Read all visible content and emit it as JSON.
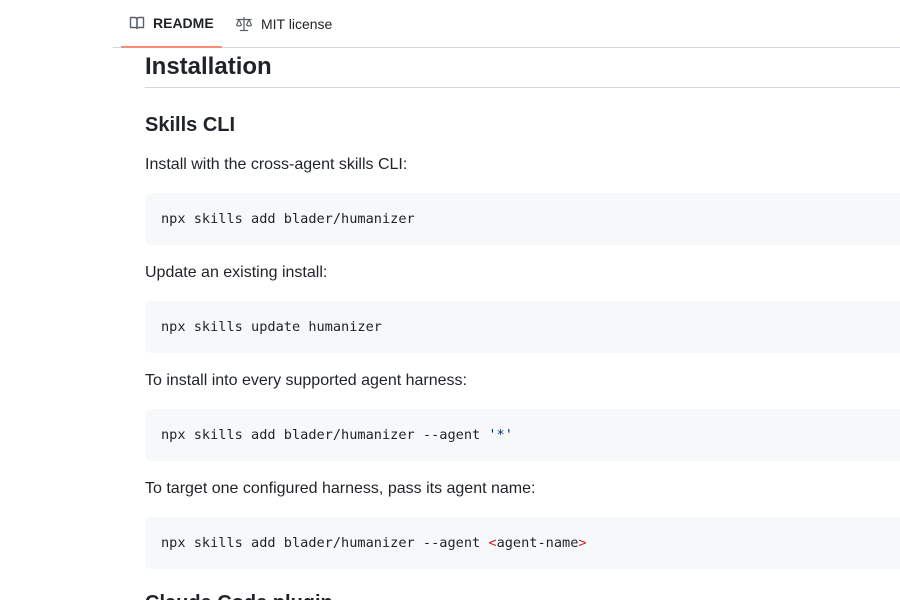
{
  "tabs": {
    "readme_label": "README",
    "license_label": "MIT license"
  },
  "readme": {
    "heading": "Installation",
    "subheading": "Skills CLI",
    "steps": [
      {
        "text": "Install with the cross-agent skills CLI:",
        "code": "npx skills add blader/humanizer"
      },
      {
        "text": "Update an existing install:",
        "code": "npx skills update humanizer"
      },
      {
        "text": "To install into every supported agent harness:",
        "code_prefix": "npx skills add blader/humanizer --agent ",
        "code_string": "'*'"
      },
      {
        "text": "To target one configured harness, pass its agent name:",
        "code_prefix": "npx skills add blader/humanizer --agent ",
        "code_lt": "<",
        "code_arg": "agent-name",
        "code_gt": ">"
      }
    ],
    "next_heading": "Claude Code plugin"
  },
  "colors": {
    "active_tab_underline": "#fd8c73",
    "code_background": "#f6f8fa",
    "string_token": "#0a3069",
    "bracket_token": "#cf222e"
  }
}
